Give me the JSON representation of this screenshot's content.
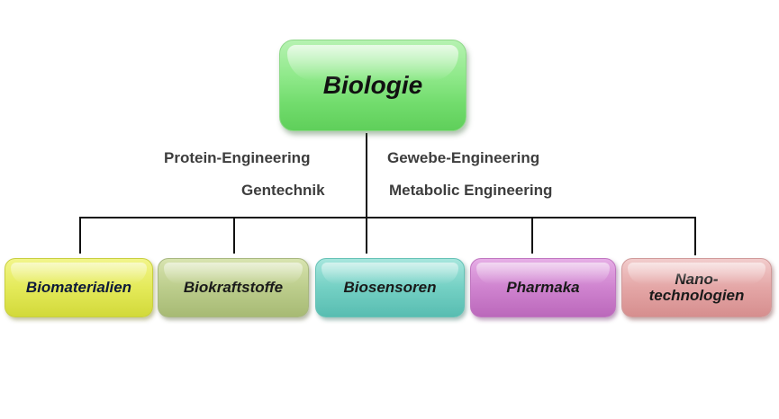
{
  "root": {
    "label": "Biologie",
    "color": "#7ee179"
  },
  "edge_labels": {
    "protein_engineering": "Protein-Engineering",
    "gentechnik": "Gentechnik",
    "gewebe_engineering": "Gewebe-Engineering",
    "metabolic_engineering": "Metabolic Engineering"
  },
  "children": [
    {
      "label": "Biomaterialien",
      "color": "#e2e858"
    },
    {
      "label": "Biokraftstoffe",
      "color": "#bacb8a"
    },
    {
      "label": "Biosensoren",
      "color": "#72cfc3"
    },
    {
      "label": "Pharmaka",
      "color": "#cd82cd"
    },
    {
      "label_line1": "Nano-",
      "label_line2": "technologien",
      "color": "#e2a4a4"
    }
  ]
}
